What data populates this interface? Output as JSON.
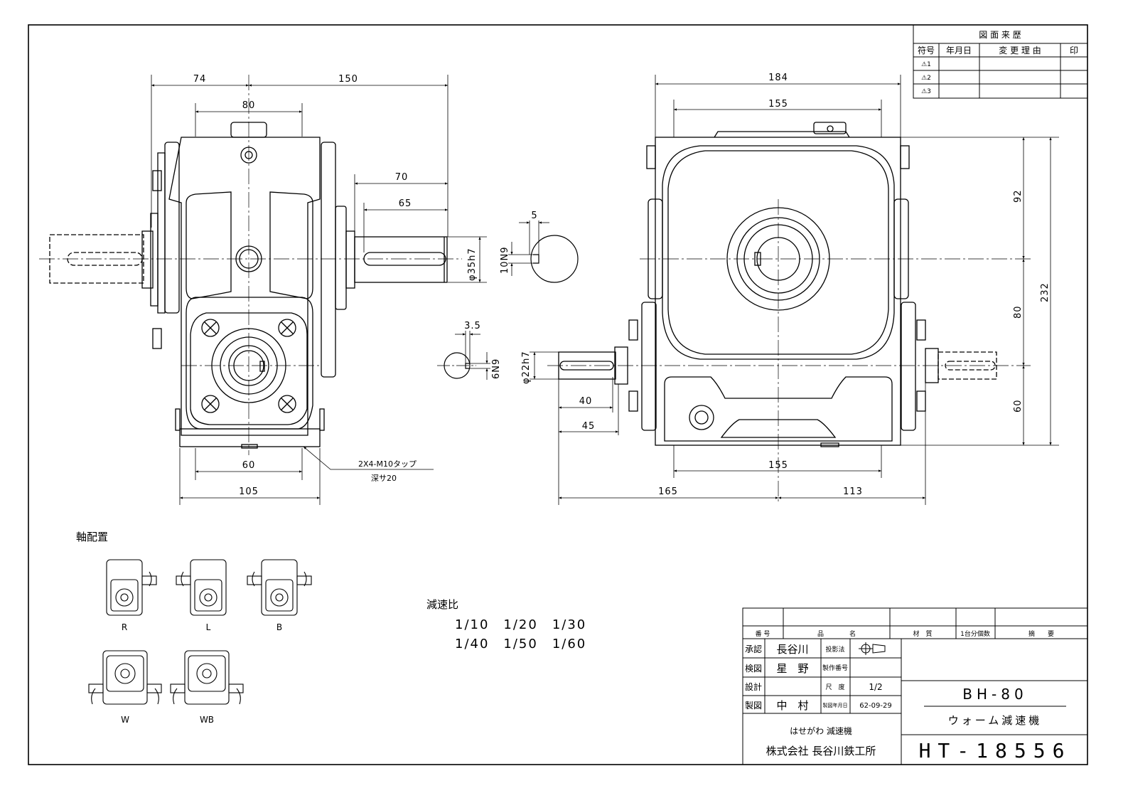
{
  "revision_table": {
    "title": "図 面 来 歴",
    "headers": [
      "符号",
      "年月日",
      "変 更 理 由",
      "印"
    ],
    "rows": [
      "⚠1",
      "⚠2",
      "⚠3"
    ]
  },
  "front_view": {
    "dim_74": "74",
    "dim_150": "150",
    "dim_80": "80",
    "dim_70": "70",
    "dim_65": "65",
    "dim_shaft_dia": "φ35h7",
    "dim_60": "60",
    "dim_105": "105",
    "tap_note_1": "2X4-M10タップ",
    "tap_note_2": "深サ20"
  },
  "key_details": {
    "large_key_width": "5",
    "large_key_fit": "10N9",
    "small_key_width": "3.5",
    "small_key_fit": "6N9"
  },
  "side_view": {
    "dim_184": "184",
    "dim_155_top": "155",
    "dim_92": "92",
    "dim_80": "80",
    "dim_60": "60",
    "dim_232": "232",
    "dim_shaft_dia": "φ22h7",
    "dim_40": "40",
    "dim_45": "45",
    "dim_155_bottom": "155",
    "dim_165": "165",
    "dim_113": "113"
  },
  "axis_arrangement": {
    "title": "軸配置",
    "labels": [
      "R",
      "L",
      "B",
      "W",
      "WB"
    ]
  },
  "ratio": {
    "title": "減速比",
    "line1": "1/10　1/20　1/30",
    "line2": "1/40　1/50　1/60"
  },
  "title_block": {
    "h_number": "番 号",
    "h_name": "品　　　　名",
    "h_material": "材　質",
    "h_qty": "1台分個数",
    "h_remarks": "摘　　要",
    "approve_label": "承認",
    "approve_name": "長谷川",
    "check_label": "検図",
    "check_name": "星　野",
    "design_label": "設計",
    "design_name": "",
    "draw_label": "製図",
    "draw_name": "中　村",
    "projection_label": "投影法",
    "drawing_no_label": "製作番号",
    "scale_label": "尺　度",
    "scale_value": "1/2",
    "date_label": "製図年月日",
    "date_value": "62-09-29",
    "model": "BH-80",
    "product": "ウォーム減速機",
    "brand": "はせがわ 減速機",
    "company": "株式会社 長谷川鉄工所",
    "drawing_number": "HT-18556"
  }
}
